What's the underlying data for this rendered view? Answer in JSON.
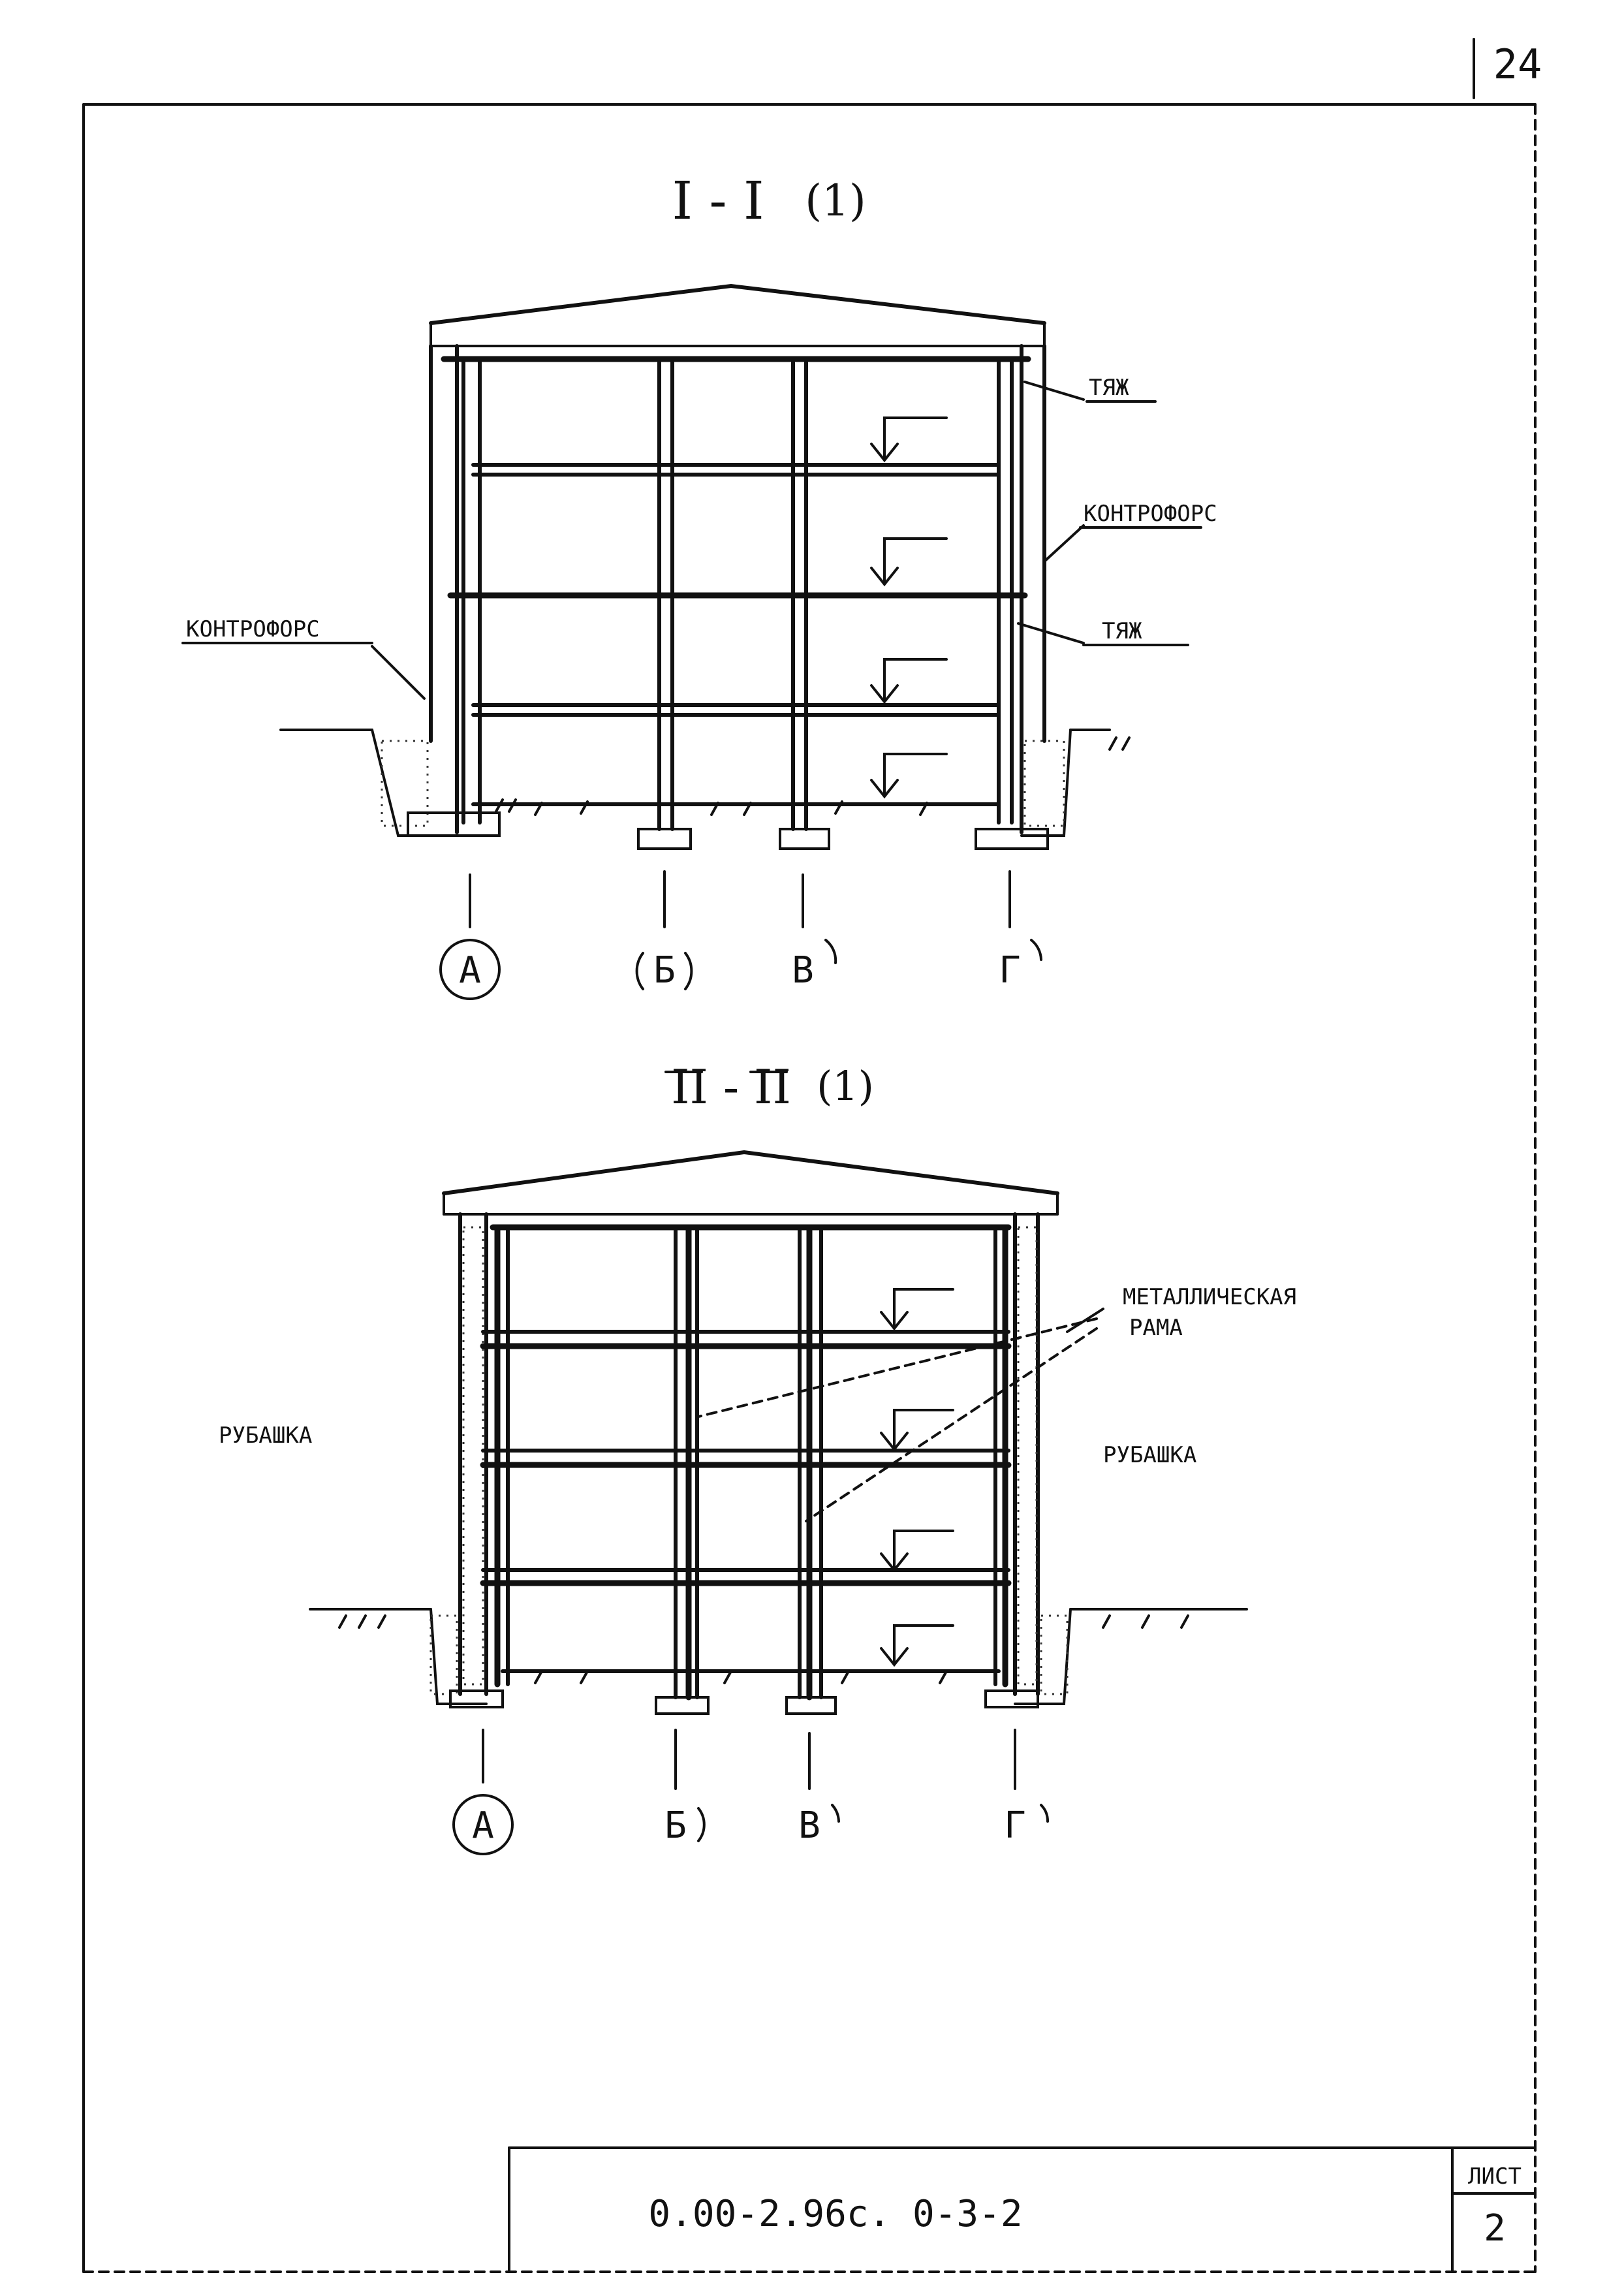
{
  "page_number": "24",
  "section1": {
    "title": "I - I",
    "title_suffix": "(1)",
    "labels": {
      "tie_top": "ТЯЖ",
      "buttress_right": "КОНТРОФОРС",
      "buttress_left": "КОНТРОФОРС",
      "tie_mid": "ТЯЖ"
    },
    "axes": [
      "А",
      "Б",
      "В",
      "Г"
    ]
  },
  "section2": {
    "title": "II - II",
    "title_suffix": "(1)",
    "labels": {
      "metal_frame_line1": "МЕТАЛЛИЧЕСКАЯ",
      "metal_frame_line2": "РАМА",
      "jacket_left": "РУБАШКА",
      "jacket_right": "РУБАШКА"
    },
    "axes": [
      "А",
      "Б",
      "В",
      "Г"
    ]
  },
  "title_block": {
    "code": "0.00-2.96с. 0-3-2",
    "sheet_label": "ЛИСТ",
    "sheet_number": "2"
  }
}
